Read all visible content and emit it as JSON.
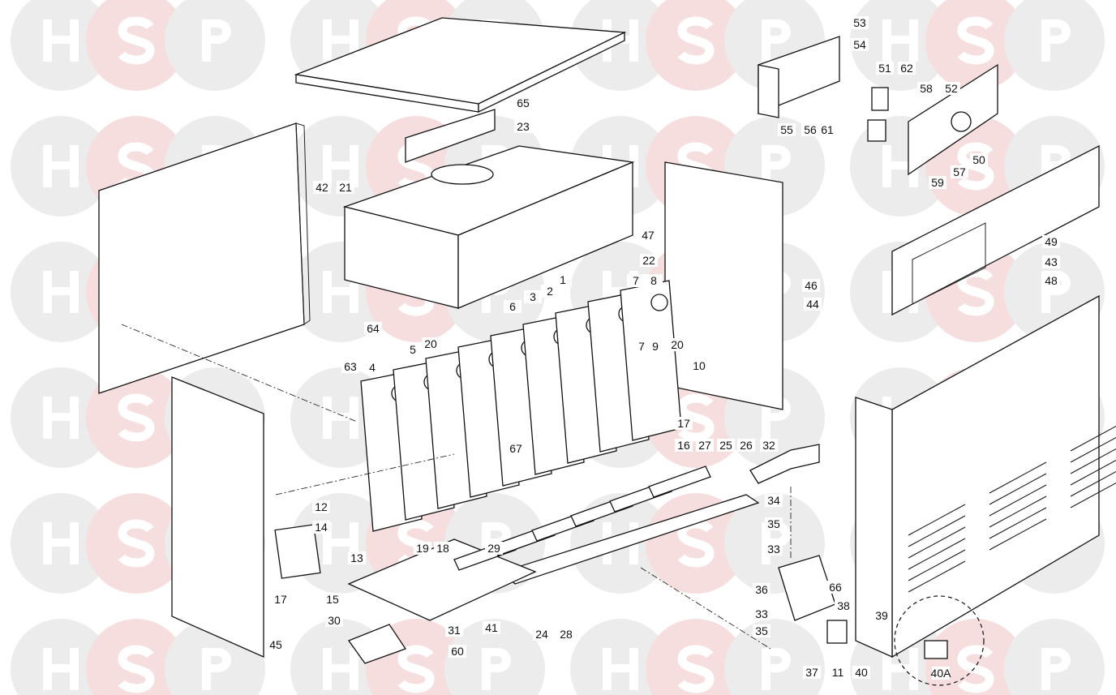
{
  "watermark": {
    "letters": [
      "H",
      "S",
      "P"
    ],
    "colors": {
      "H": "#ececec",
      "S": "#f7dede",
      "P": "#ececec",
      "letter": "#ffffff"
    }
  },
  "diagram": {
    "labels": [
      "53",
      "54",
      "51",
      "62",
      "58",
      "52",
      "55",
      "56",
      "61",
      "50",
      "57",
      "59",
      "65",
      "23",
      "42",
      "21",
      "47",
      "22",
      "46",
      "44",
      "49",
      "43",
      "48",
      "1",
      "2",
      "3",
      "6",
      "7",
      "8",
      "20",
      "7",
      "9",
      "10",
      "64",
      "63",
      "20",
      "5",
      "4",
      "17",
      "16",
      "27",
      "25",
      "26",
      "32",
      "67",
      "12",
      "14",
      "13",
      "19",
      "18",
      "29",
      "34",
      "35",
      "33",
      "17",
      "15",
      "36",
      "66",
      "38",
      "39",
      "30",
      "41",
      "24",
      "28",
      "31",
      "60",
      "33",
      "35",
      "37",
      "11",
      "40",
      "40A",
      "45"
    ]
  }
}
